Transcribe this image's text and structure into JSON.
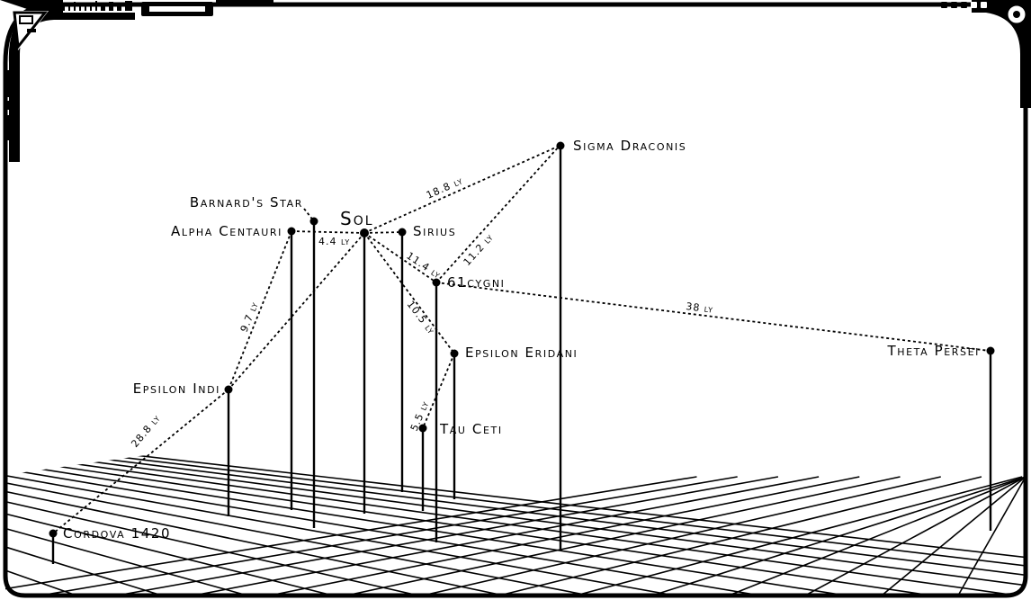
{
  "stars": [
    {
      "id": "sol",
      "name": "Sol"
    },
    {
      "id": "sigma-draconis",
      "name": "Sigma Draconis"
    },
    {
      "id": "barnards-star",
      "name": "Barnard's Star"
    },
    {
      "id": "alpha-centauri",
      "name": "Alpha Centauri"
    },
    {
      "id": "sirius",
      "name": "Sirius"
    },
    {
      "id": "61-cygni",
      "name": "61cygni"
    },
    {
      "id": "epsilon-eridani",
      "name": "Epsilon Eridani"
    },
    {
      "id": "theta-persei",
      "name": "Theta Persei"
    },
    {
      "id": "epsilon-indi",
      "name": "Epsilon Indi"
    },
    {
      "id": "tau-ceti",
      "name": "Tau Ceti"
    },
    {
      "id": "cordova-1420",
      "name": "Cordova 1420"
    }
  ],
  "routes": [
    {
      "id": "sol-sigma",
      "label": "18.8 ly"
    },
    {
      "id": "sol-alpha",
      "label": "4.4 ly"
    },
    {
      "id": "sol-cygni",
      "label": "11.4 ly"
    },
    {
      "id": "cygni-sigma",
      "label": "11.2 ly"
    },
    {
      "id": "sol-eridani",
      "label": "10.5 ly"
    },
    {
      "id": "cygni-theta",
      "label": "38 ly"
    },
    {
      "id": "alpha-indi",
      "label": "9.7 ly"
    },
    {
      "id": "indi-cordova",
      "label": "28.8 ly"
    },
    {
      "id": "eridani-tau",
      "label": "5.5 ly"
    }
  ]
}
